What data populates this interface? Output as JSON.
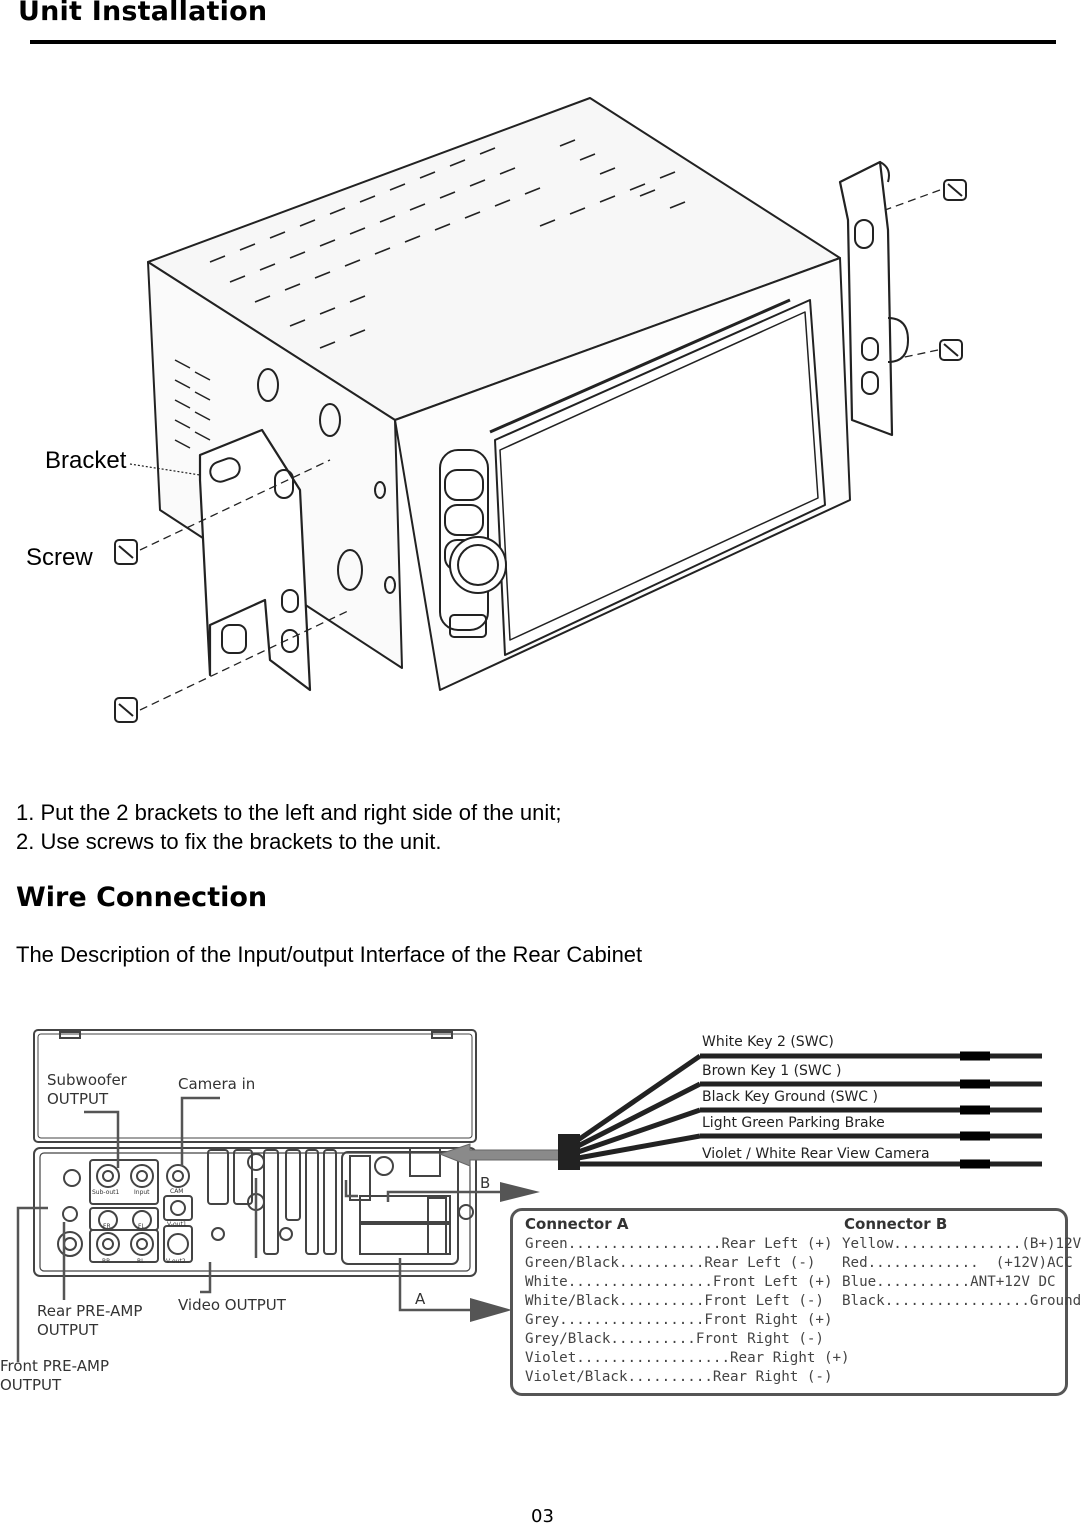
{
  "header": {
    "title": "Unit Installation"
  },
  "figure1": {
    "labels": {
      "bracket": "Bracket",
      "screw": "Screw"
    }
  },
  "steps": [
    "1. Put the 2 brackets to the left and right side of the unit;",
    "2. Use screws to fix the brackets to the unit."
  ],
  "section2": {
    "title": "Wire Connection",
    "intro": "The Description of the Input/output Interface of the Rear Cabinet"
  },
  "figure2": {
    "labels": {
      "subwoofer_1": "Subwoofer",
      "subwoofer_2": "OUTPUT",
      "camera_in": "Camera in",
      "rear_pre_1": "Rear PRE-AMP",
      "rear_pre_2": "OUTPUT",
      "video_output": "Video OUTPUT",
      "front_pre_1": "Front PRE-AMP",
      "front_pre_2": "OUTPUT",
      "plug_b": "B",
      "plug_a": "A"
    },
    "jacks": [
      "Sub-out1",
      "Input",
      "CAM",
      "FR",
      "FL",
      "V-out1",
      "RR",
      "RL",
      "V-out2"
    ],
    "wires": [
      "White Key 2 (SWC)",
      "Brown Key 1 (SWC )",
      "Black Key Ground (SWC )",
      "Light Green Parking Brake",
      "Violet / White Rear View Camera"
    ]
  },
  "connector_a": {
    "title": "Connector A",
    "rows": [
      "Green..................Rear Left (+)",
      "Green/Black..........Rear Left (-)",
      "White.................Front Left (+)",
      "White/Black..........Front Left (-)",
      "Grey.................Front Right (+)",
      "Grey/Black..........Front Right (-)",
      "Violet..................Rear Right (+)",
      "Violet/Black..........Rear Right (-)"
    ]
  },
  "connector_b": {
    "title": "Connector B",
    "rows": [
      "Yellow...............(B+)12V",
      "Red.............  (+12V)ACC",
      "Blue...........ANT+12V DC",
      "Black.................Ground"
    ]
  },
  "footer": {
    "page_number": "03"
  }
}
